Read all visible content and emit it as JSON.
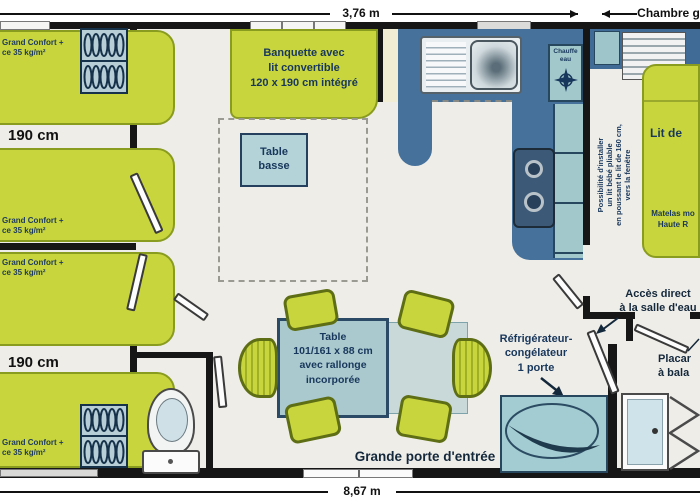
{
  "dimensions": {
    "width_label": "3,76 m",
    "room_label": "Chambre g",
    "length_label": "8,67 m"
  },
  "left_bedrooms": {
    "mattress_line1": "Grand Confort +",
    "mattress_line2": "ce 35 kg/m²",
    "bed_length": "190 cm"
  },
  "living_room": {
    "banquette_line1": "Banquette avec",
    "banquette_line2": "lit convertible",
    "banquette_line3": "120 x 190 cm intégré",
    "coffee_table_line1": "Table",
    "coffee_table_line2": "basse",
    "dining_table_line1": "Table",
    "dining_table_line2": "101/161 x 88 cm",
    "dining_table_line3": "avec rallonge",
    "dining_table_line4": "incorporée",
    "entry_door": "Grande porte d'entrée"
  },
  "kitchen": {
    "water_heater_line1": "Chauffe",
    "water_heater_line2": "eau",
    "fridge_line1": "Réfrigérateur-",
    "fridge_line2": "congélateur",
    "fridge_line3": "1 porte"
  },
  "master_bedroom": {
    "note_line1": "Possibilité d'installer",
    "note_line2": "un lit bébé pliable",
    "note_line3": "en poussant le lit de 160 cm,",
    "note_line4": "vers la fenêtre",
    "bed_label": "Lit de",
    "mattress_line1": "Matelas mo",
    "mattress_line2": "Haute R"
  },
  "bathroom": {
    "access_line1": "Accès direct",
    "access_line2": "à la salle d'eau",
    "closet_line1": "Placar",
    "closet_line2": "à bala"
  },
  "colors": {
    "furniture_green": "#c9d53c",
    "counter_blue": "#45719b",
    "cabinet_teal": "#a3c8cb",
    "label_navy": "#18375c",
    "wall_black": "#161616"
  }
}
